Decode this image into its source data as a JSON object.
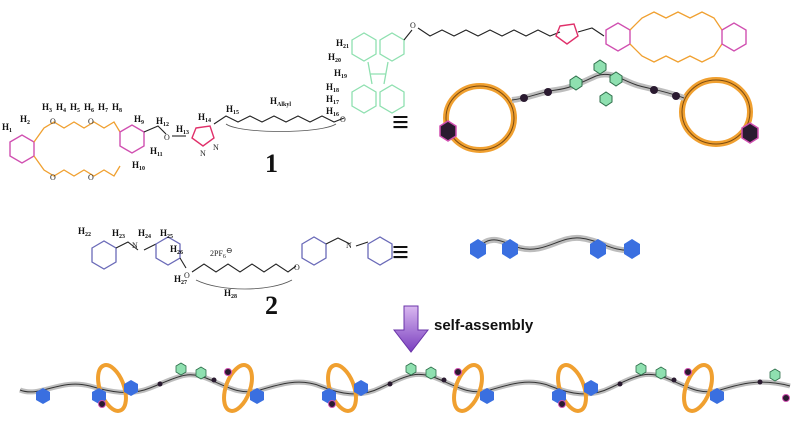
{
  "compound1": {
    "number": "1",
    "proton_labels": [
      {
        "base": "H",
        "sub": "1"
      },
      {
        "base": "H",
        "sub": "2"
      },
      {
        "base": "H",
        "sub": "3"
      },
      {
        "base": "H",
        "sub": "4"
      },
      {
        "base": "H",
        "sub": "5"
      },
      {
        "base": "H",
        "sub": "6"
      },
      {
        "base": "H",
        "sub": "7"
      },
      {
        "base": "H",
        "sub": "8"
      },
      {
        "base": "H",
        "sub": "9"
      },
      {
        "base": "H",
        "sub": "10"
      },
      {
        "base": "H",
        "sub": "11"
      },
      {
        "base": "H",
        "sub": "12"
      },
      {
        "base": "H",
        "sub": "13"
      },
      {
        "base": "H",
        "sub": "14"
      },
      {
        "base": "H",
        "sub": "15"
      },
      {
        "base": "H",
        "sub": "Alkyl"
      },
      {
        "base": "H",
        "sub": "16"
      },
      {
        "base": "H",
        "sub": "17"
      },
      {
        "base": "H",
        "sub": "18"
      },
      {
        "base": "H",
        "sub": "19"
      },
      {
        "base": "H",
        "sub": "20"
      },
      {
        "base": "H",
        "sub": "21"
      }
    ]
  },
  "compound2": {
    "number": "2",
    "counterion": "2PF",
    "counterion_sub": "6",
    "counterion_charge": "⊖",
    "proton_labels": [
      {
        "base": "H",
        "sub": "22"
      },
      {
        "base": "H",
        "sub": "23"
      },
      {
        "base": "H",
        "sub": "24"
      },
      {
        "base": "H",
        "sub": "25"
      },
      {
        "base": "H",
        "sub": "26"
      },
      {
        "base": "H",
        "sub": "27"
      },
      {
        "base": "H",
        "sub": "28"
      }
    ]
  },
  "equivalence_symbol": "≡",
  "arrow_label": "self-assembly",
  "colors": {
    "crown_ether": "#f0a030",
    "benzo": "#d04fb0",
    "triazole": "#e0306a",
    "tetraphenylethylene": "#8fe0b0",
    "ammonium_blue": "#3a6fe0",
    "arrow": "#9b59d0",
    "spacer_gray": "#bdbdbd"
  }
}
